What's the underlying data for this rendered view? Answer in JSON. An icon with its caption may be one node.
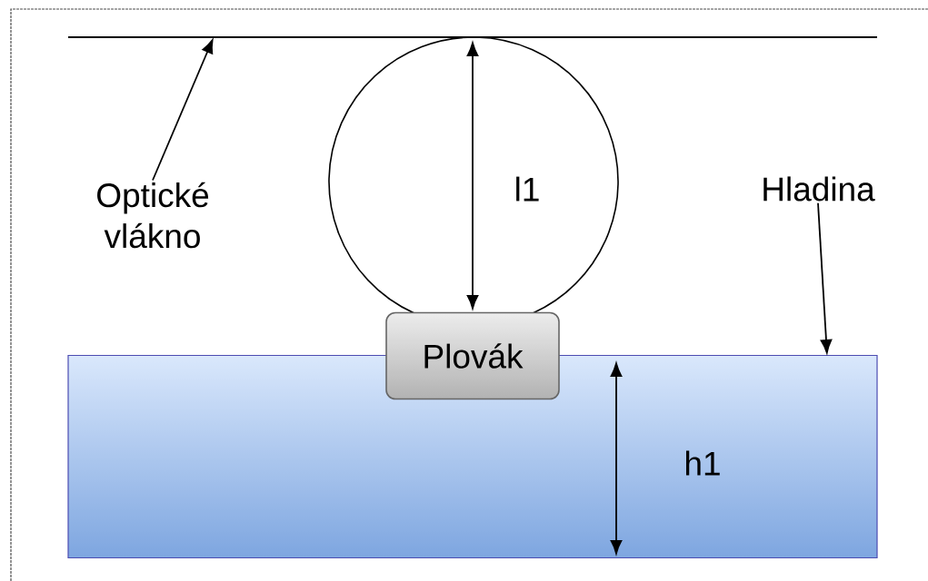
{
  "diagram": {
    "nodes": [
      {
        "text": [],
        "shape": "bar"
      },
      {
        "text": [
          "Optické vlákno"
        ]
      },
      {
        "text": [],
        "shape": "circle"
      },
      {
        "text": [
          "Plovák"
        ]
      },
      {
        "text": [],
        "shape": "box"
      },
      {
        "text": [
          "Hladina"
        ]
      }
    ],
    "edges": [
      {
        "from": 1,
        "to": 0,
        "arrow": "to"
      },
      {
        "from": 5,
        "to": 4,
        "arrow": "to"
      }
    ],
    "labels": [
      "l1",
      "h1"
    ]
  }
}
